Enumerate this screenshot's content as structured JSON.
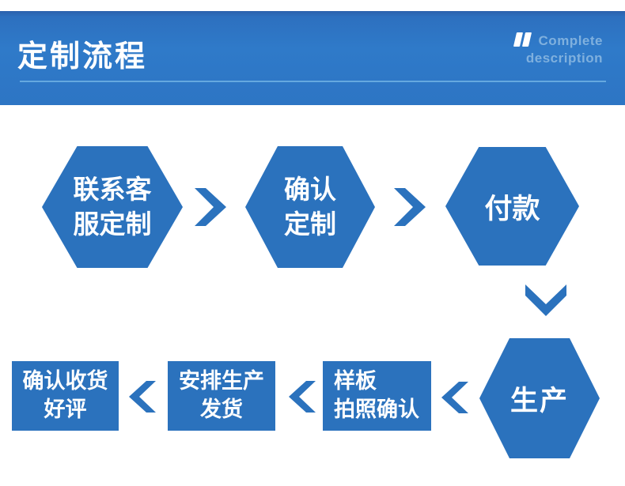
{
  "header": {
    "title": "定制流程",
    "quote_icon": "double-quote",
    "tagline_line1": "Complete",
    "tagline_line2": "description",
    "colors": {
      "banner": "#2f7ac9",
      "banner_top_edge": "#2b61ac",
      "underline": "#6fb2e4",
      "title_text": "#ffffff",
      "tagline_text": "#7fb0de"
    }
  },
  "flow": {
    "shape_color": "#2b72bd",
    "text_color": "#ffffff",
    "nodes": [
      {
        "id": "contact-support",
        "shape": "hexagon",
        "label": "联系客\n服定制"
      },
      {
        "id": "confirm-custom",
        "shape": "hexagon",
        "label": "确认\n定制"
      },
      {
        "id": "pay",
        "shape": "hexagon",
        "label": "付款"
      },
      {
        "id": "production",
        "shape": "hexagon",
        "label": "生产"
      },
      {
        "id": "sample-photo-confirm",
        "shape": "rectangle",
        "label": "样板\n拍照确认"
      },
      {
        "id": "arrange-production-ship",
        "shape": "rectangle",
        "label": "安排生产\n发货"
      },
      {
        "id": "confirm-receipt-review",
        "shape": "rectangle",
        "label": "确认收货\n好评"
      }
    ],
    "arrows": [
      {
        "from": "contact-support",
        "to": "confirm-custom",
        "direction": "right"
      },
      {
        "from": "confirm-custom",
        "to": "pay",
        "direction": "right"
      },
      {
        "from": "pay",
        "to": "production",
        "direction": "down"
      },
      {
        "from": "production",
        "to": "sample-photo-confirm",
        "direction": "left"
      },
      {
        "from": "sample-photo-confirm",
        "to": "arrange-production-ship",
        "direction": "left"
      },
      {
        "from": "arrange-production-ship",
        "to": "confirm-receipt-review",
        "direction": "left"
      }
    ]
  }
}
